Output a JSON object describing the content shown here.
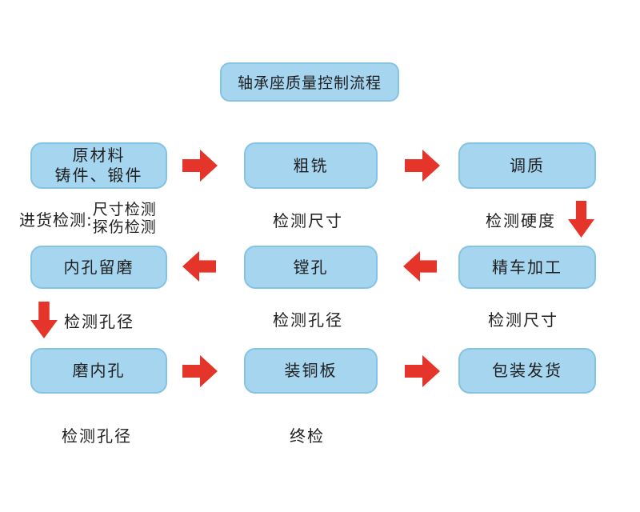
{
  "title": "轴承座质量控制流程",
  "colors": {
    "background": "#FFFFFF",
    "box_fill": "#A6D5F0",
    "box_border": "#85C3E2",
    "arrow": "#E5342A",
    "text": "#1E1E1E"
  },
  "boxes": {
    "raw_material_line1": "原材料",
    "raw_material_line2": "铸件、锻件",
    "rough_milling": "粗铣",
    "tempering": "调质",
    "bore_grind_allowance": "内孔留磨",
    "boring": "镗孔",
    "fine_turning": "精车加工",
    "grind_inner_bore": "磨内孔",
    "fit_copper_plate": "装铜板",
    "pack_ship": "包装发货"
  },
  "labels": {
    "incoming_inspection": "进货检测:",
    "incoming_item_1": "尺寸检测",
    "incoming_item_2": "探伤检测",
    "check_size_1": "检测尺寸",
    "check_hardness": "检测硬度",
    "check_bore_1": "检测孔径",
    "check_bore_2": "检测孔径",
    "check_size_2": "检测尺寸",
    "check_bore_3": "检测孔径",
    "final_inspection": "终检"
  }
}
